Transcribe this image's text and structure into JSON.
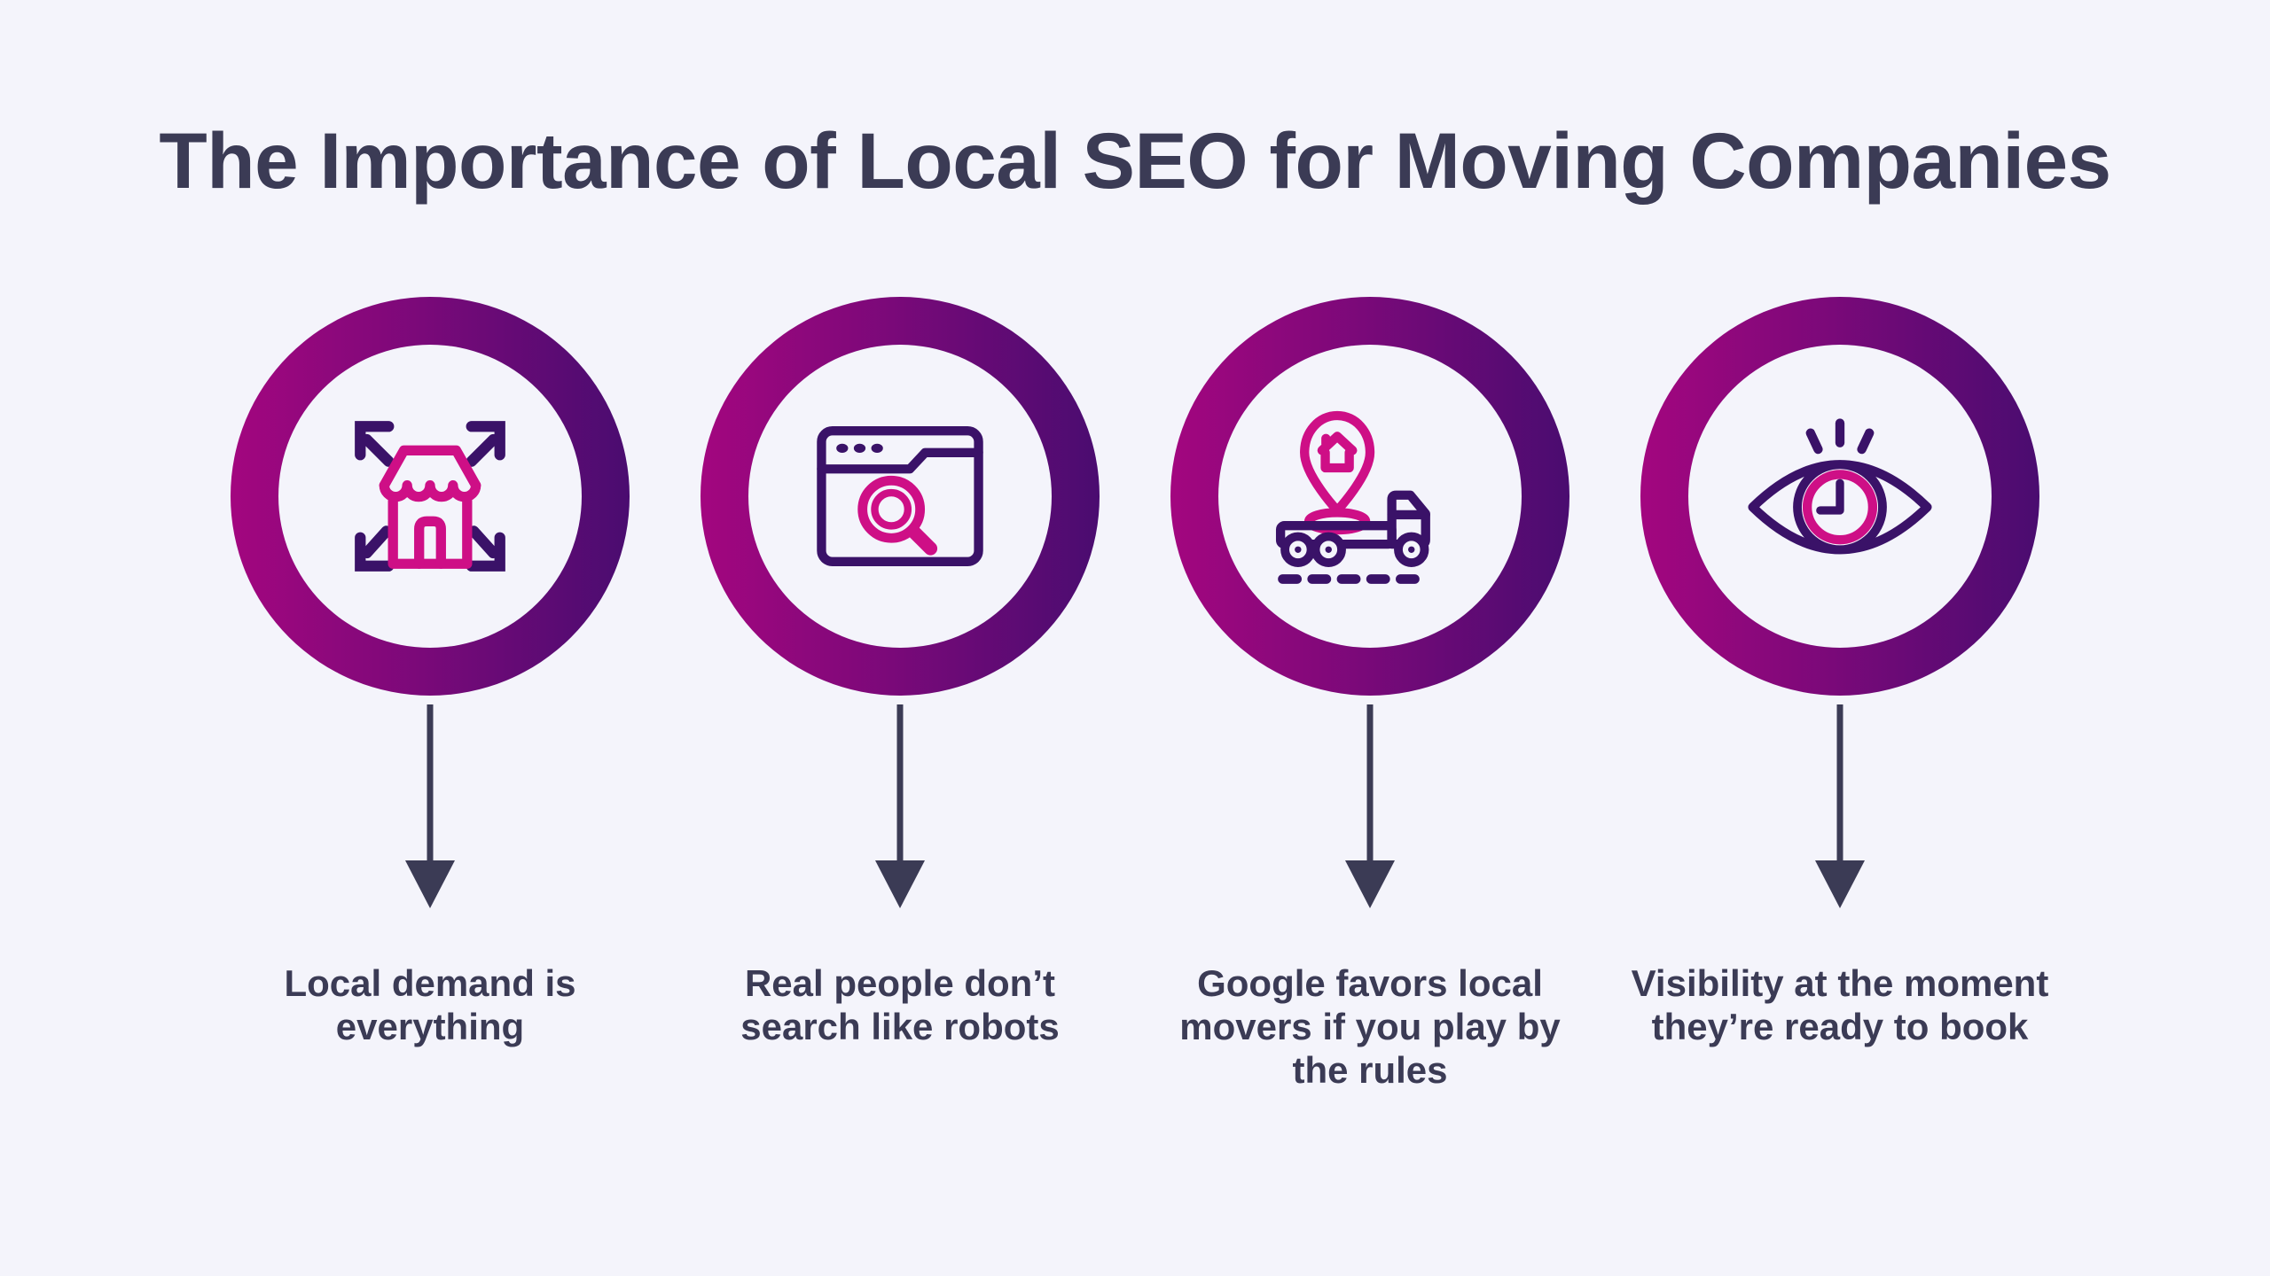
{
  "background_color": "#F4F4FB",
  "title": {
    "text": "The Importance of Local SEO for Moving Companies"
  },
  "theme": {
    "background_color": "#F4F4FB",
    "text_color": "#3B3B55",
    "ring_gradient_start": "#A3067F",
    "ring_gradient_end": "#4A0C70",
    "accent_pink": "#CE0F86",
    "icon_dark": "#3A1268"
  },
  "steps": [
    {
      "icon": "storefront-expand-arrows-icon",
      "caption": "Local demand is everything",
      "caption_lines": [
        "Local demand is",
        "everything"
      ]
    },
    {
      "icon": "browser-search-icon",
      "caption": "Real people don’t search like robots",
      "caption_lines": [
        "Real people don’t",
        "search like robots"
      ]
    },
    {
      "icon": "location-pin-moving-truck-icon",
      "caption": "Google favors local movers if you play by the rules",
      "caption_lines": [
        "Google favors local",
        "movers if you play by",
        "the rules"
      ]
    },
    {
      "icon": "eye-clock-icon",
      "caption": "Visibility at the moment they’re ready to book",
      "caption_lines": [
        "Visibility at the moment",
        "they’re ready to book"
      ]
    }
  ]
}
